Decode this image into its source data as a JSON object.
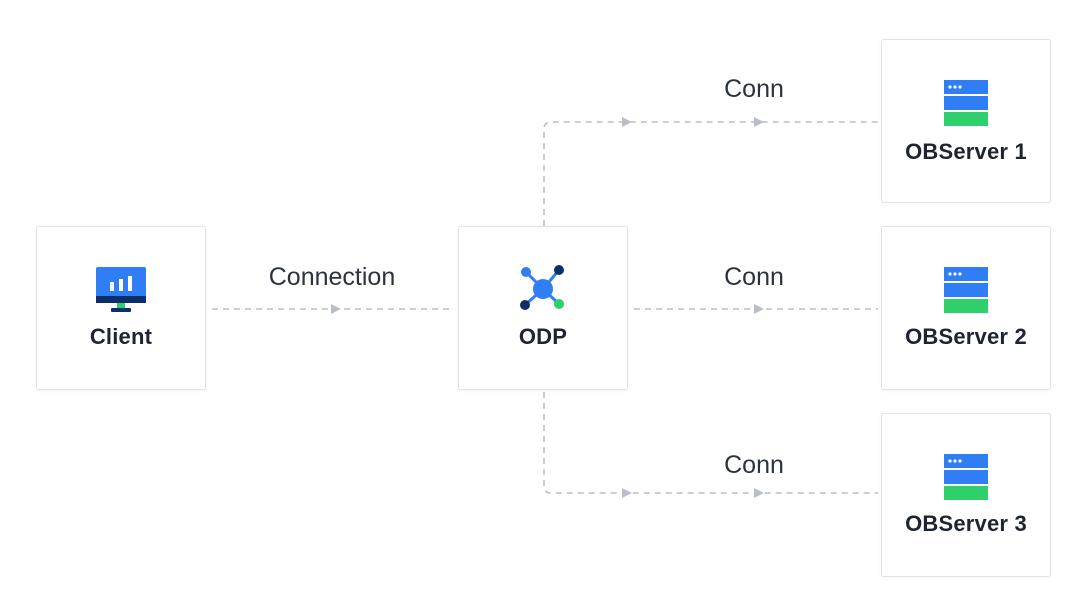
{
  "nodes": {
    "client": {
      "label": "Client",
      "icon": "monitor-chart-icon"
    },
    "odp": {
      "label": "ODP",
      "icon": "network-hub-icon"
    },
    "observer1": {
      "label": "OBServer 1",
      "icon": "server-stack-icon"
    },
    "observer2": {
      "label": "OBServer 2",
      "icon": "server-stack-icon"
    },
    "observer3": {
      "label": "OBServer 3",
      "icon": "server-stack-icon"
    }
  },
  "edges": {
    "client_to_odp": {
      "label": "Connection"
    },
    "odp_to_observer1": {
      "label": "Conn"
    },
    "odp_to_observer2": {
      "label": "Conn"
    },
    "odp_to_observer3": {
      "label": "Conn"
    }
  },
  "colors": {
    "accent_blue": "#2f7ef5",
    "dark_navy": "#0d2d6b",
    "green": "#2fd06b",
    "connector": "#b9bec9"
  }
}
